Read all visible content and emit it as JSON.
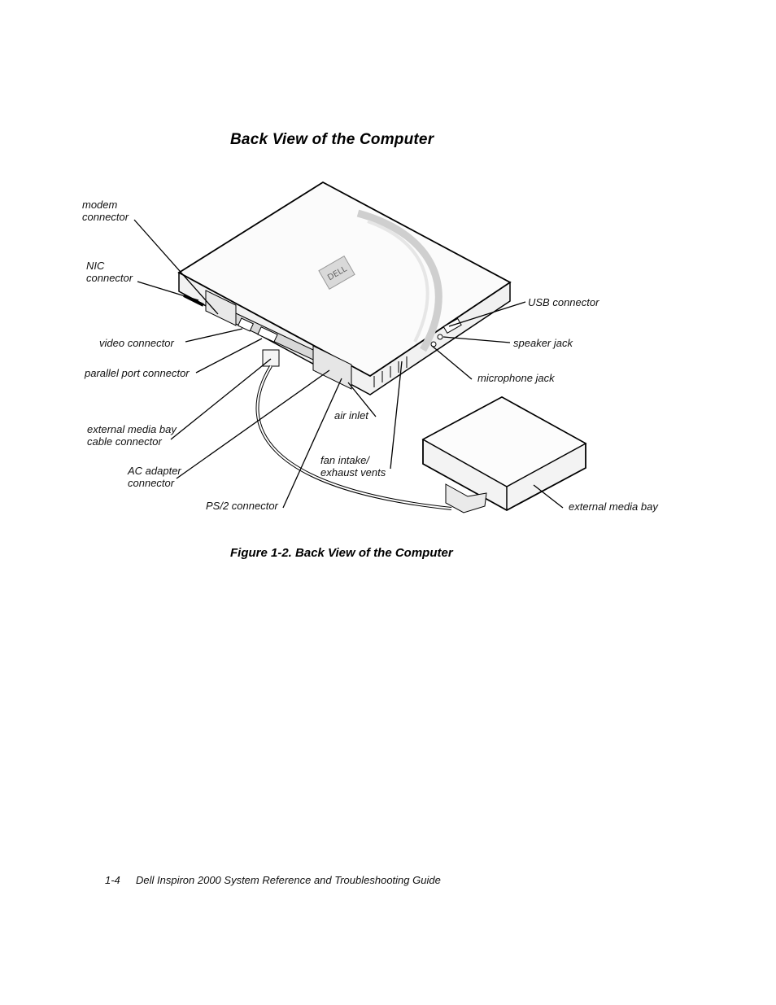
{
  "heading": "Back View of the Computer",
  "labels": {
    "modem": "modem\nconnector",
    "nic": "NIC\nconnector",
    "video": "video connector",
    "parallel": "parallel port connector",
    "media_cable": "external media bay\ncable connector",
    "ac": "AC adapter\nconnector",
    "ps2": "PS/2 connector",
    "air": "air inlet",
    "fan": "fan intake/\nexhaust vents",
    "usb": "USB connector",
    "speaker": "speaker jack",
    "mic": "microphone jack",
    "media_bay": "external media bay"
  },
  "caption": "Figure 1-2.  Back View of the Computer",
  "footer": {
    "page": "1-4",
    "title": "Dell Inspiron 2000 System Reference and Troubleshooting Guide"
  }
}
